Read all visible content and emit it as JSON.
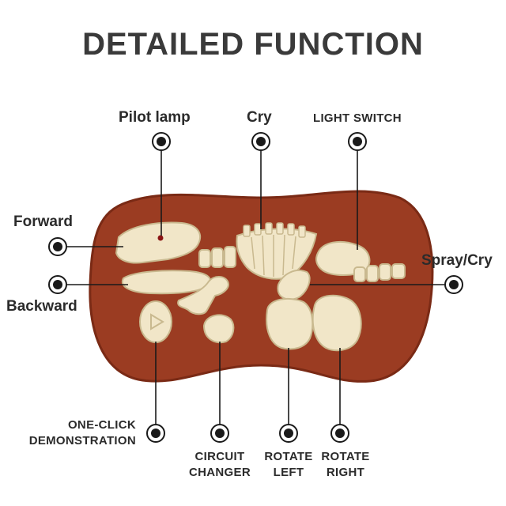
{
  "title": "DETAILED FUNCTION",
  "labels": {
    "pilot_lamp": "Pilot lamp",
    "cry": "Cry",
    "light_switch": "LIGHT SWITCH",
    "forward": "Forward",
    "backward": "Backward",
    "spray_cry": "Spray/Cry",
    "one_click_line1": "ONE-CLICK",
    "one_click_line2": "DEMONSTRATION",
    "circuit_line1": "CIRCUIT",
    "circuit_line2": "CHANGER",
    "rotate_left_line1": "ROTATE",
    "rotate_left_line2": "LEFT",
    "rotate_right_line1": "ROTATE",
    "rotate_right_line2": "RIGHT"
  },
  "colors": {
    "board": "#9b3c22",
    "board_edge": "#7a2a15",
    "bone": "#f1e6c8",
    "bone_edge": "#c9b98f",
    "marker": "#1a1a1a",
    "lamp": "#8a1414"
  }
}
